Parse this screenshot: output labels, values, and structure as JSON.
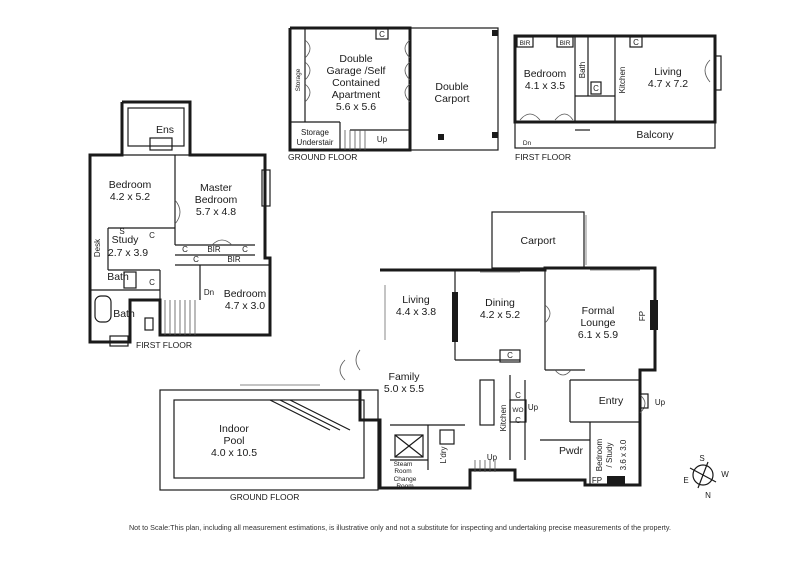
{
  "labels": {
    "garage_storage": "Storage",
    "garage_apt_1": "Double",
    "garage_apt_2": "Garage /Self",
    "garage_apt_3": "Contained",
    "garage_apt_4": "Apartment",
    "garage_apt_5": "5.6 x 5.6",
    "storage_understair_1": "Storage",
    "storage_understair_2": "Understair",
    "double_carport_1": "Double",
    "double_carport_2": "Carport",
    "up": "Up",
    "dn": "Dn",
    "c": "C",
    "bir": "BIR",
    "apt_bedroom": "Bedroom",
    "apt_bedroom_size": "4.1 x 3.5",
    "apt_bath": "Bath",
    "apt_kitchen": "Kitchen",
    "apt_living": "Living",
    "apt_living_size": "4.7 x 7.2",
    "apt_balcony": "Balcony",
    "ens": "Ens",
    "ff_bedroom1": "Bedroom",
    "ff_bedroom1_size": "4.2 x 5.2",
    "master_1": "Master",
    "master_2": "Bedroom",
    "master_size": "5.7 x 4.8",
    "desk": "Desk",
    "s": "S",
    "ff_study": "Study",
    "ff_study_size": "2.7 x 3.9",
    "ff_bath_small": "Bath",
    "ff_bath": "Bath",
    "ff_bedroom2": "Bedroom",
    "ff_bedroom2_size": "4.7 x 3.0",
    "carport": "Carport",
    "living": "Living",
    "living_size": "4.4 x 3.8",
    "dining": "Dining",
    "dining_size": "4.2 x 5.2",
    "formal_1": "Formal",
    "formal_2": "Lounge",
    "formal_size": "6.1 x 5.9",
    "fp": "FP",
    "family": "Family",
    "family_size": "5.0 x 5.5",
    "kitchen": "Kitchen",
    "wo": "WO",
    "entry": "Entry",
    "pwdr": "Pwdr",
    "bed_study_1": "Bedroom",
    "bed_study_2": "/ Study",
    "bed_study_size": "3.6 x 3.0",
    "ldry": "L'dry",
    "steam_1": "Steam",
    "steam_2": "Room",
    "change_1": "Change",
    "change_2": "Room",
    "pool_1": "Indoor",
    "pool_2": "Pool",
    "pool_size": "4.0 x 10.5"
  },
  "floors": {
    "ground_floor_garage": "GROUND FLOOR",
    "first_floor_apartment": "FIRST FLOOR",
    "first_floor_main": "FIRST FLOOR",
    "ground_floor_main": "GROUND FLOOR"
  },
  "compass": {
    "n": "N",
    "s": "S",
    "e": "E",
    "w": "W"
  },
  "disclaimer": "Not to Scale:This plan, including all measurement estimations, is illustrative only and not a substitute for inspecting and undertaking precise measurements of the property."
}
